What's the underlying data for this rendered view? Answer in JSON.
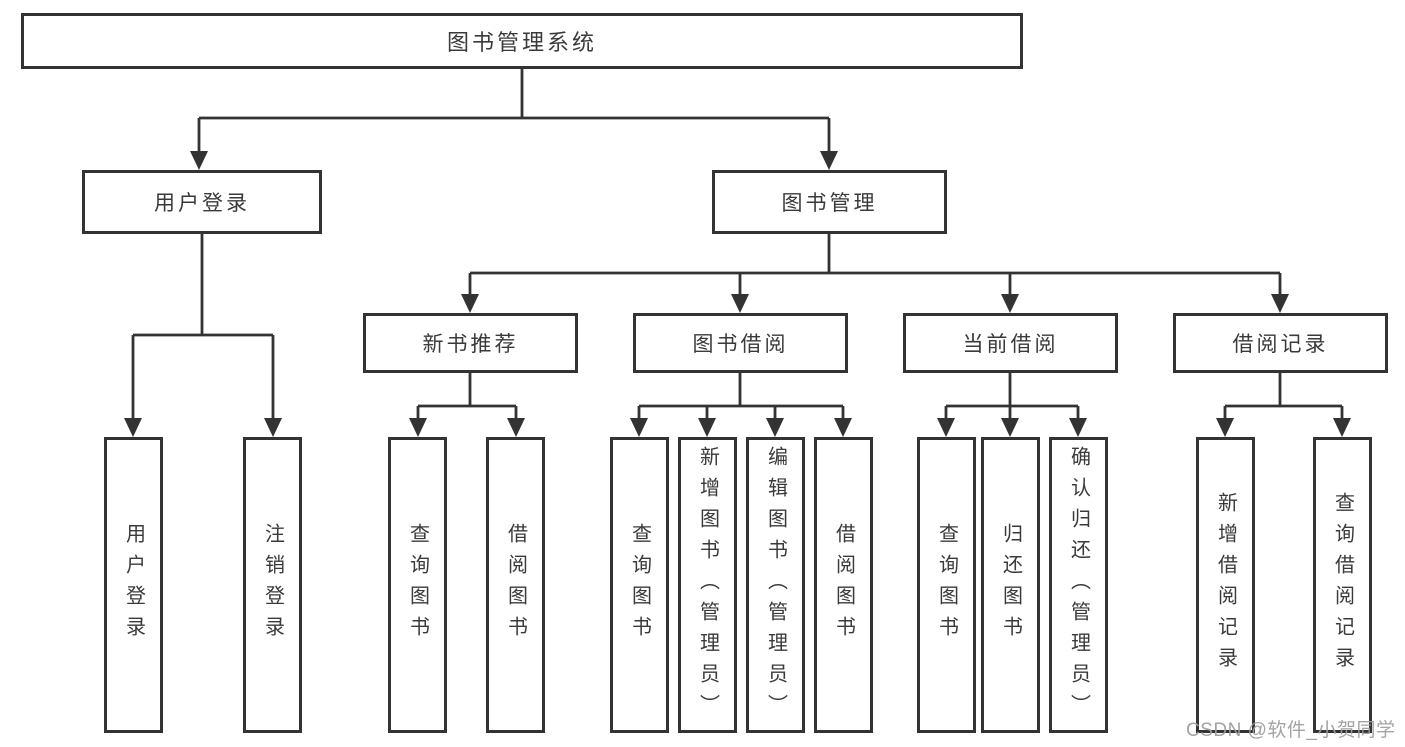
{
  "diagram": {
    "root": {
      "label": "图书管理系统"
    },
    "branches": [
      {
        "label": "用户登录",
        "leaves": [
          {
            "label": "用户登录"
          },
          {
            "label": "注销登录"
          }
        ]
      },
      {
        "label": "图书管理",
        "children": [
          {
            "label": "新书推荐",
            "leaves": [
              {
                "label": "查询图书"
              },
              {
                "label": "借阅图书"
              }
            ]
          },
          {
            "label": "图书借阅",
            "leaves": [
              {
                "label": "查询图书"
              },
              {
                "label": "新增图书（管理员）"
              },
              {
                "label": "编辑图书（管理员）"
              },
              {
                "label": "借阅图书"
              }
            ]
          },
          {
            "label": "当前借阅",
            "leaves": [
              {
                "label": "查询图书"
              },
              {
                "label": "归还图书"
              },
              {
                "label": "确认归还（管理员）"
              }
            ]
          },
          {
            "label": "借阅记录",
            "leaves": [
              {
                "label": "新增借阅记录"
              },
              {
                "label": "查询借阅记录"
              }
            ]
          }
        ]
      }
    ],
    "watermark": {
      "text": "CSDN @软件_小贺同学"
    },
    "colors": {
      "line": "#333333",
      "text": "#3a3a3a",
      "box_fill": "#ffffff",
      "watermark": "#9e9e9e",
      "background": "#ffffff"
    }
  }
}
